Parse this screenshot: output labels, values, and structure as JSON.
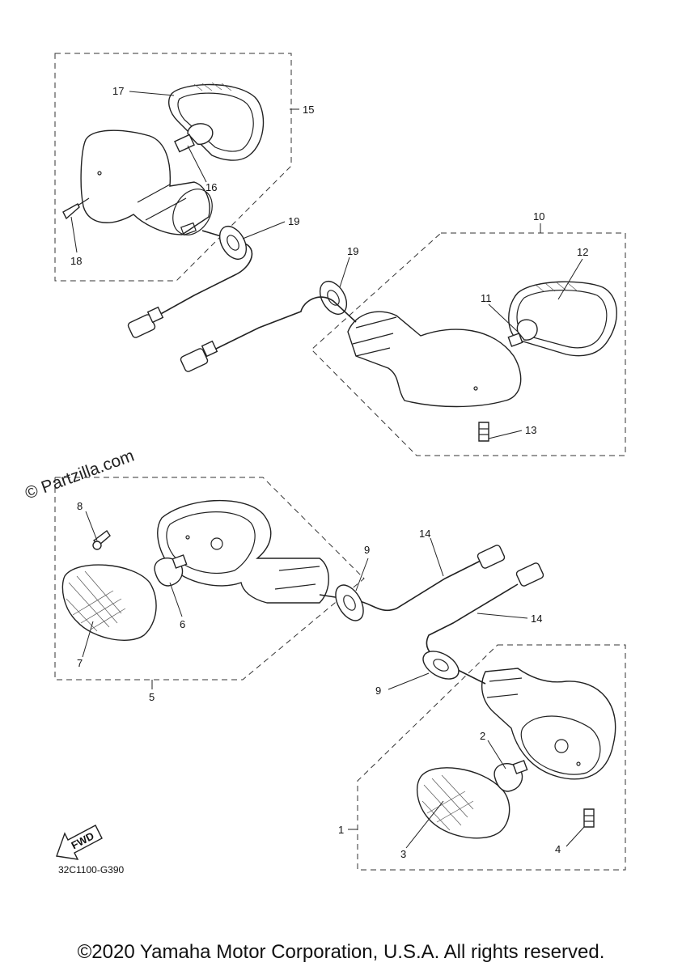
{
  "watermark": "© Partzilla.com",
  "part_code": "32C1100-G390",
  "fwd_label": "FWD",
  "copyright": "©2020 Yamaha Motor Corporation, U.S.A. All rights reserved.",
  "callouts": {
    "c1": "1",
    "c2": "2",
    "c3": "3",
    "c4": "4",
    "c5": "5",
    "c6": "6",
    "c7": "7",
    "c8": "8",
    "c9a": "9",
    "c9b": "9",
    "c10": "10",
    "c11": "11",
    "c12": "12",
    "c13": "13",
    "c14a": "14",
    "c14b": "14",
    "c15": "15",
    "c16": "16",
    "c17": "17",
    "c18": "18",
    "c19a": "19",
    "c19b": "19"
  }
}
